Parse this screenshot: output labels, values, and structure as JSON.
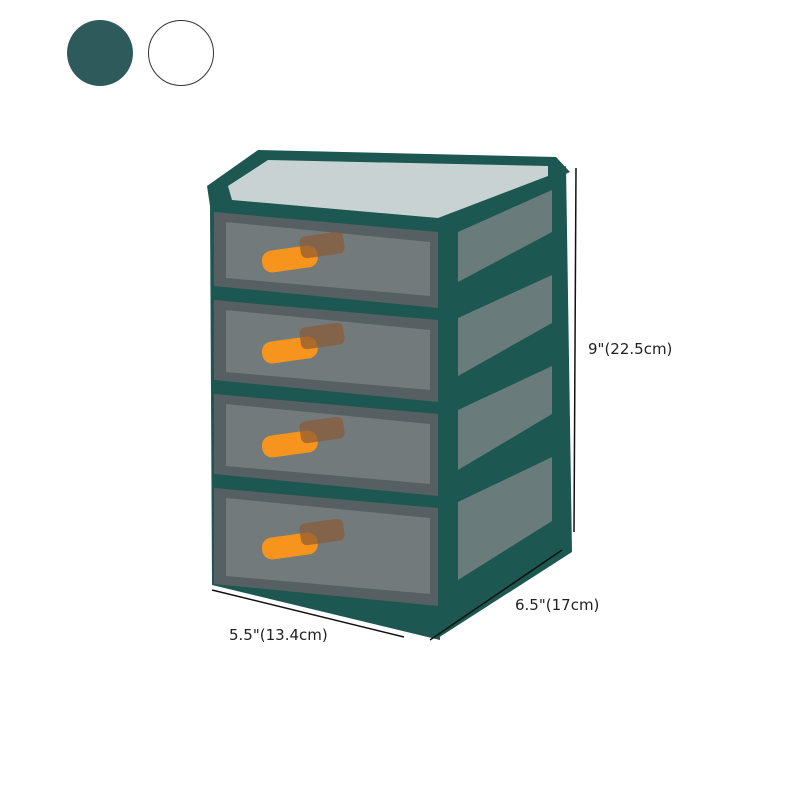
{
  "color_options": [
    {
      "name": "dark-teal",
      "color": "#2e5a5c",
      "selected": true
    },
    {
      "name": "white",
      "color": "#ffffff",
      "selected": false
    }
  ],
  "product": {
    "frame_color": "#1d5752",
    "drawer_color": "#5b6063",
    "handle_color": "#f7941d",
    "drawer_count": 4
  },
  "dimensions": {
    "height": "9\"(22.5cm)",
    "depth": "6.5\"(17cm)",
    "width": "5.5\"(13.4cm)"
  }
}
